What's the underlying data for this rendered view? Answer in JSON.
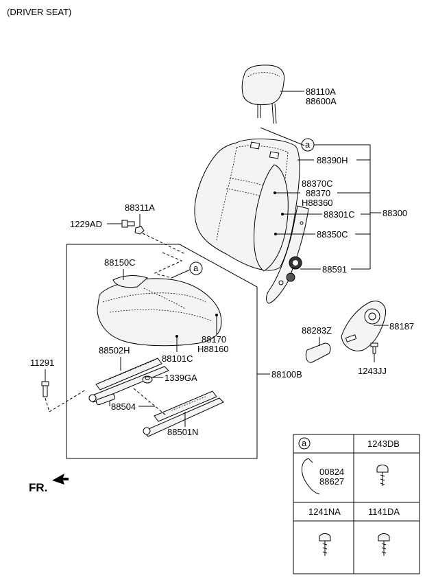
{
  "title": "(DRIVER SEAT)",
  "fr_label": "FR.",
  "callout_letter": "a",
  "labels": {
    "p88110A": "88110A",
    "p88600A": "88600A",
    "p88390H": "88390H",
    "p88370C": "88370C",
    "p88370": "88370",
    "pH88360": "H88360",
    "p88301C": "88301C",
    "p88300": "88300",
    "p88350C": "88350C",
    "p88591": "88591",
    "p88311A": "88311A",
    "p1229AD": "1229AD",
    "p88150C": "88150C",
    "p88170": "88170",
    "pH88160": "H88160",
    "p88101C": "88101C",
    "p88502H": "88502H",
    "p1339GA": "1339GA",
    "p88504": "88504",
    "p88501N": "88501N",
    "p88100B": "88100B",
    "p11291": "11291",
    "p88283Z": "88283Z",
    "p88187": "88187",
    "p1243JJ": "1243JJ"
  },
  "table": {
    "header_a": "a",
    "header_1243DB": "1243DB",
    "row1_label1": "00824",
    "row1_label2": "88627",
    "header_1241NA": "1241NA",
    "header_1141DA": "1141DA"
  }
}
